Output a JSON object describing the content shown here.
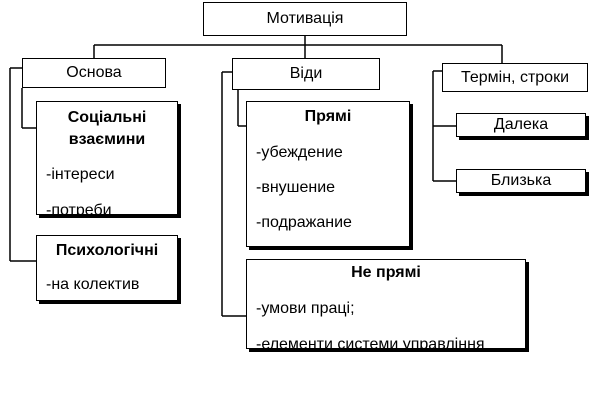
{
  "root": {
    "label": "Мотивація"
  },
  "categories": {
    "basis": {
      "label": "Основа"
    },
    "types": {
      "label": "Віди"
    },
    "term": {
      "label": "Термін, строки"
    }
  },
  "basis_items": {
    "social": {
      "title_line1": "Соціальні",
      "title_line2": "взаємини",
      "items": [
        "-інтереси",
        "-потреби"
      ]
    },
    "psych": {
      "title": "Психологічні",
      "items": [
        "-на колектив"
      ]
    }
  },
  "types_items": {
    "direct": {
      "title": "Прямі",
      "items": [
        "-убеждение",
        "-внушение",
        "-подражание"
      ]
    },
    "indirect": {
      "title": "Не прямі",
      "items": [
        "-умови праці;",
        "-елементи системи управління"
      ]
    }
  },
  "term_items": {
    "far": {
      "label": "Далека"
    },
    "near": {
      "label": "Близька"
    }
  }
}
